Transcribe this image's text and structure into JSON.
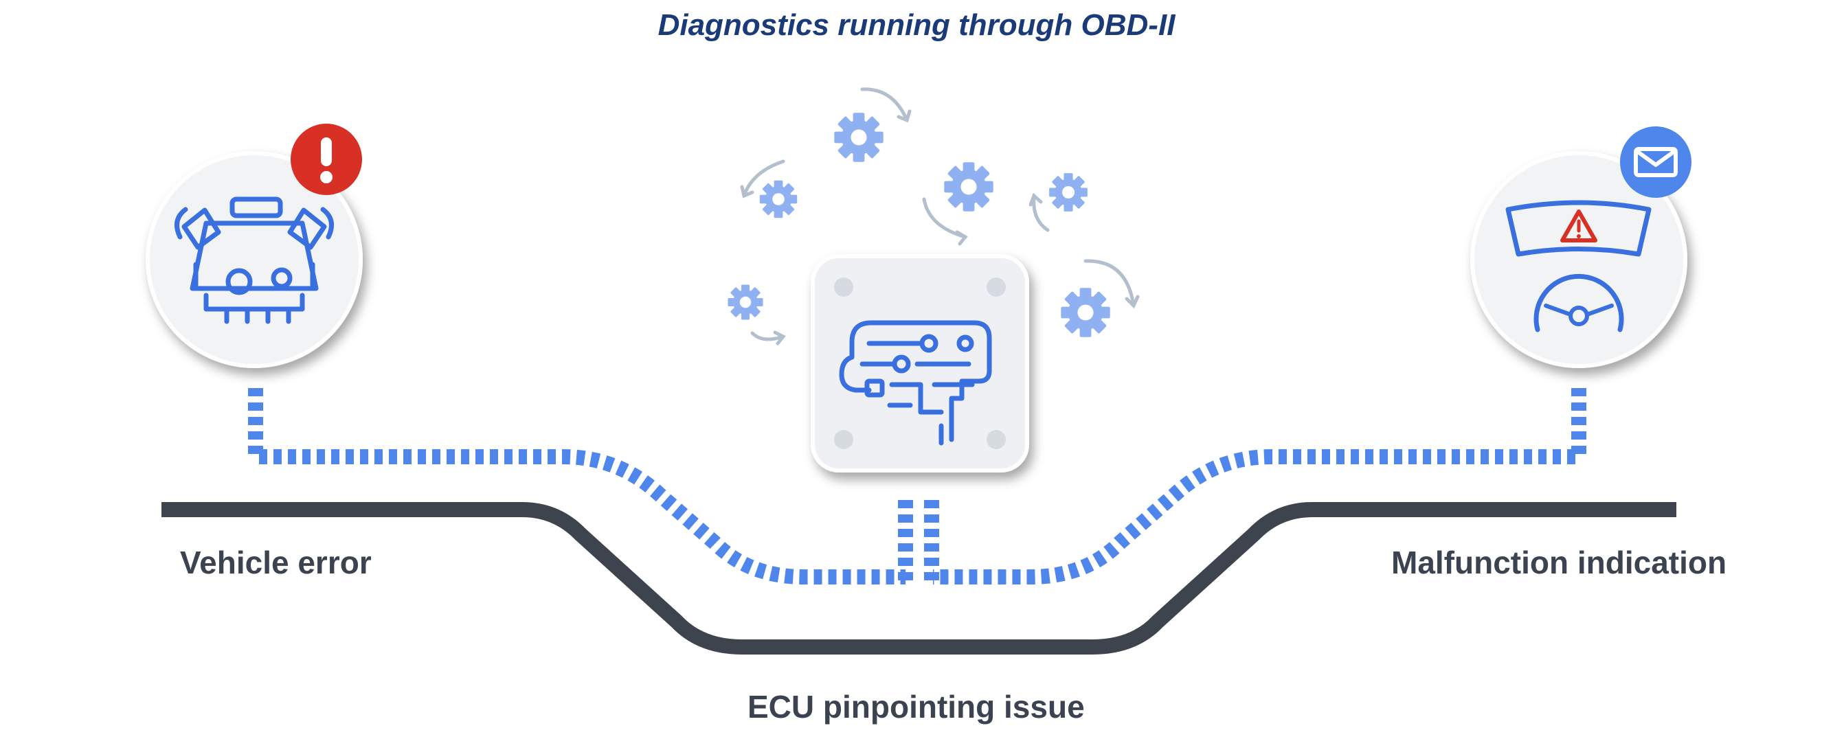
{
  "title": "Diagnostics running through OBD-II",
  "steps": [
    {
      "label": "Vehicle error",
      "icon": "engine-icon",
      "badge": "alert-badge-icon"
    },
    {
      "label": "ECU pinpointing issue",
      "icon": "brain-circuit-icon",
      "decor": "gears-icon"
    },
    {
      "label": "Malfunction indication",
      "icon": "dashboard-warning-icon",
      "badge": "message-badge-icon"
    }
  ],
  "colors": {
    "accent_blue": "#4f86ec",
    "icon_blue": "#3a6fe0",
    "gear_blue": "#8fb1f2",
    "alert_red": "#d93025",
    "road_dark": "#3e444d",
    "text_dark": "#3c4350",
    "title_blue": "#1b3a78"
  }
}
